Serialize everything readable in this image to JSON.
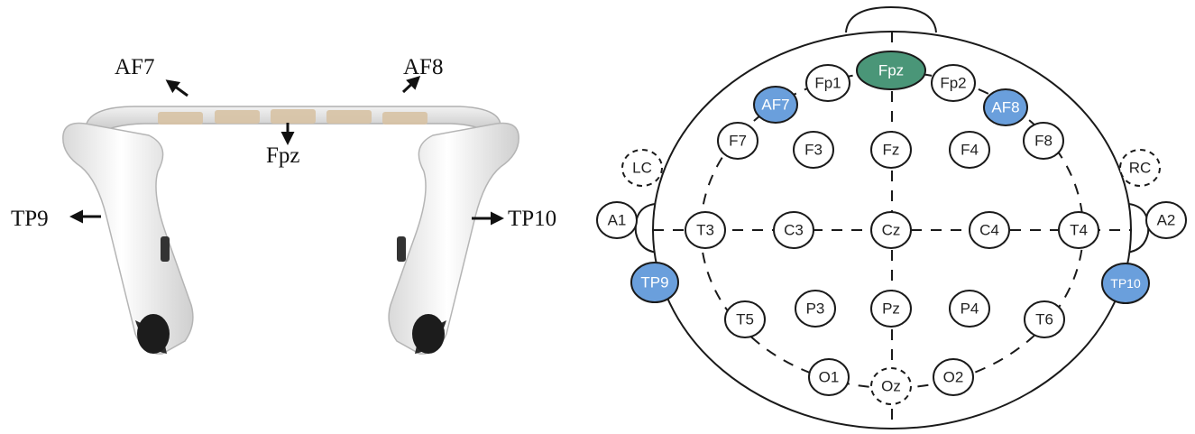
{
  "headband": {
    "labels": {
      "af7": "AF7",
      "af8": "AF8",
      "fpz": "Fpz",
      "tp9": "TP9",
      "tp10": "TP10"
    }
  },
  "map": {
    "colors": {
      "ground": "#4a9678",
      "active": "#6a9fdc",
      "outline": "#1a1a1a",
      "node_fill": "#ffffff"
    },
    "electrodes": {
      "fpz": "Fpz",
      "fp1": "Fp1",
      "fp2": "Fp2",
      "af7": "AF7",
      "af8": "AF8",
      "f7": "F7",
      "f3": "F3",
      "fz": "Fz",
      "f4": "F4",
      "f8": "F8",
      "lc": "LC",
      "rc": "RC",
      "a1": "A1",
      "t3": "T3",
      "c3": "C3",
      "cz": "Cz",
      "c4": "C4",
      "t4": "T4",
      "a2": "A2",
      "tp9": "TP9",
      "tp10": "TP10",
      "t5": "T5",
      "p3": "P3",
      "pz": "Pz",
      "p4": "P4",
      "t6": "T6",
      "o1": "O1",
      "oz": "Oz",
      "o2": "O2"
    }
  }
}
